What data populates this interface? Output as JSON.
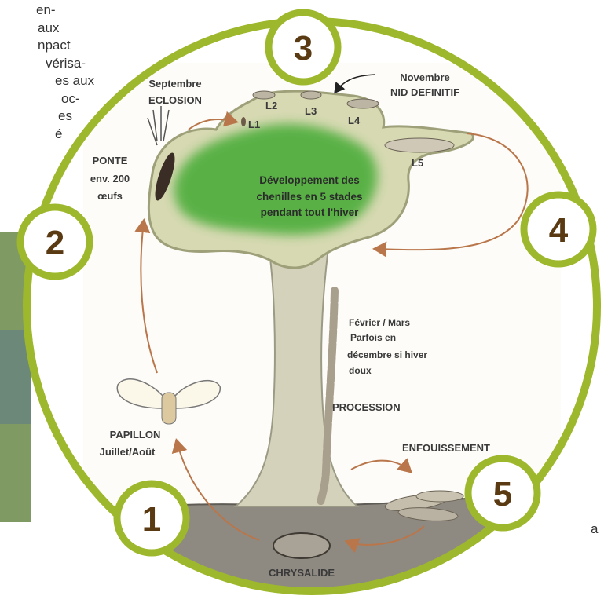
{
  "left_text_lines": [
    "en-",
    "aux",
    "npact",
    "vérisa-",
    "es aux",
    "oc-",
    "es",
    "é"
  ],
  "right_text_fragment": "a",
  "cycle": {
    "stages": [
      {
        "number": "1"
      },
      {
        "number": "2"
      },
      {
        "number": "3"
      },
      {
        "number": "4"
      },
      {
        "number": "5"
      }
    ],
    "labels": {
      "septembre": "Septembre",
      "eclosion": "ECLOSION",
      "ponte": "PONTE",
      "ponte_count": "env. 200",
      "ponte_unit": "œufs",
      "novembre": "Novembre",
      "nid": "NID DEFINITIF",
      "dev_line1": "Développement des",
      "dev_line2": "chenilles en 5 stades",
      "dev_line3": "pendant tout l'hiver",
      "fevrier": "Février / Mars",
      "parfois": "Parfois en",
      "decembre": "décembre si hiver",
      "doux": "doux",
      "procession": "PROCESSION",
      "enfouissement": "ENFOUISSEMENT",
      "papillon": "PAPILLON",
      "juillet": "Juillet/Août",
      "chrysalide": "CHRYSALIDE"
    },
    "larval_stages": [
      "L1",
      "L2",
      "L3",
      "L4",
      "L5"
    ]
  },
  "colors": {
    "ring": "#9db82c",
    "number_text": "#5a3a12",
    "foliage": "#4fae3e",
    "arrow": "#b9764a",
    "soil": "#8e8a82"
  }
}
